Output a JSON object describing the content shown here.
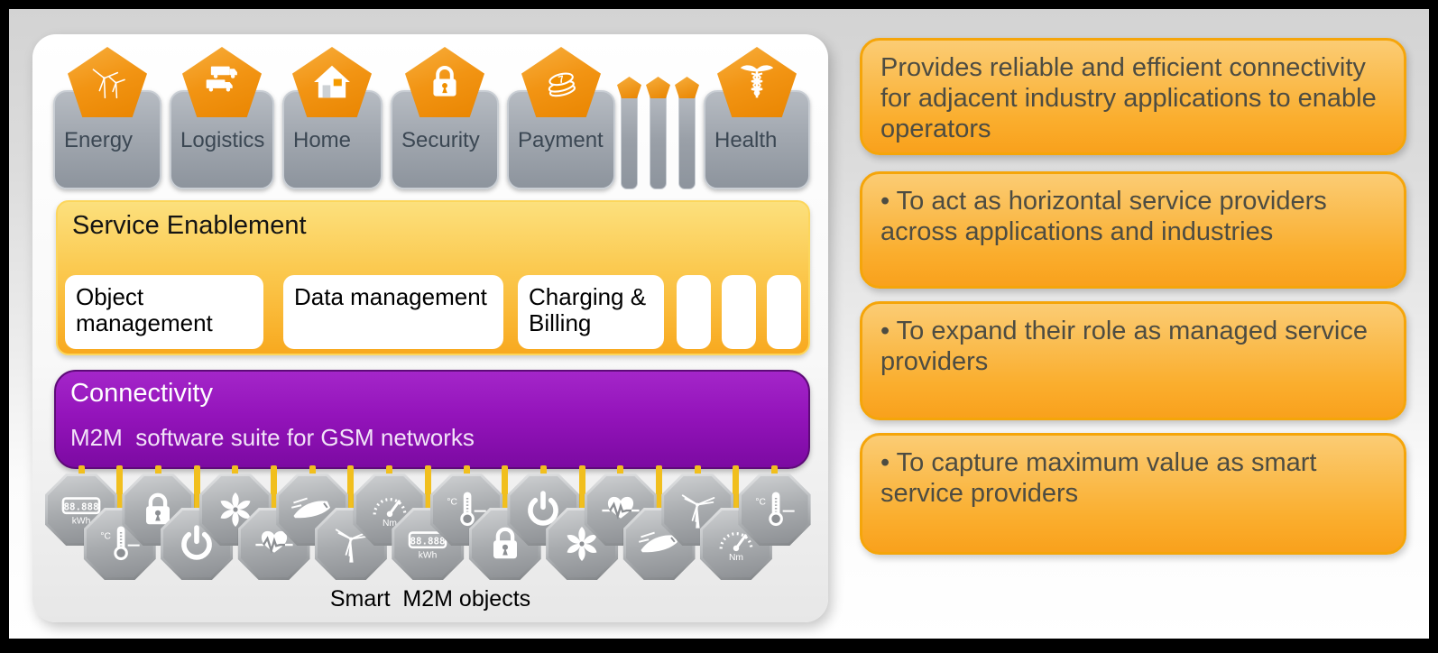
{
  "left_panel": {
    "categories": [
      {
        "label": "Energy",
        "icon": "wind-turbine"
      },
      {
        "label": "Logistics",
        "icon": "trucks"
      },
      {
        "label": "Home",
        "icon": "house"
      },
      {
        "label": "Security",
        "icon": "padlock"
      },
      {
        "label": "Payment",
        "icon": "coins"
      },
      {
        "label": "Health",
        "icon": "caduceus"
      }
    ],
    "placeholder_bars": 3,
    "service_enablement": {
      "title": "Service Enablement",
      "modules": [
        "Object management",
        "Data management",
        "Charging & Billing"
      ],
      "placeholder_modules": 3
    },
    "connectivity": {
      "title": "Connectivity",
      "subtitle": "M2M  software suite for GSM networks"
    },
    "smart_objects": {
      "caption": "Smart  M2M objects",
      "icons": [
        "kwh-meter",
        "thermometer",
        "padlock",
        "power",
        "fan",
        "heartbeat",
        "train",
        "wind-turbine",
        "gauge",
        "kwh-meter",
        "thermometer",
        "padlock",
        "power",
        "fan",
        "heartbeat",
        "train",
        "wind-turbine",
        "gauge",
        "thermometer"
      ]
    }
  },
  "right_panel": {
    "boxes": [
      {
        "text": "Provides reliable and efficient connectivity for adjacent industry applications to enable operators"
      },
      {
        "text": "• To act as horizontal service providers across applications and industries"
      },
      {
        "text": "• To expand their role as managed service providers"
      },
      {
        "text": "• To capture maximum value as smart service providers"
      }
    ]
  },
  "colors": {
    "accent_orange": "#F7A600",
    "pentagon_orange": "#F09413",
    "enablement_yellow": "#F8A91F",
    "connectivity_purple": "#8B10B0",
    "category_gray": "#8E959E",
    "octagon_gray": "#94979A",
    "connector_yellow": "#F1BF1E"
  }
}
